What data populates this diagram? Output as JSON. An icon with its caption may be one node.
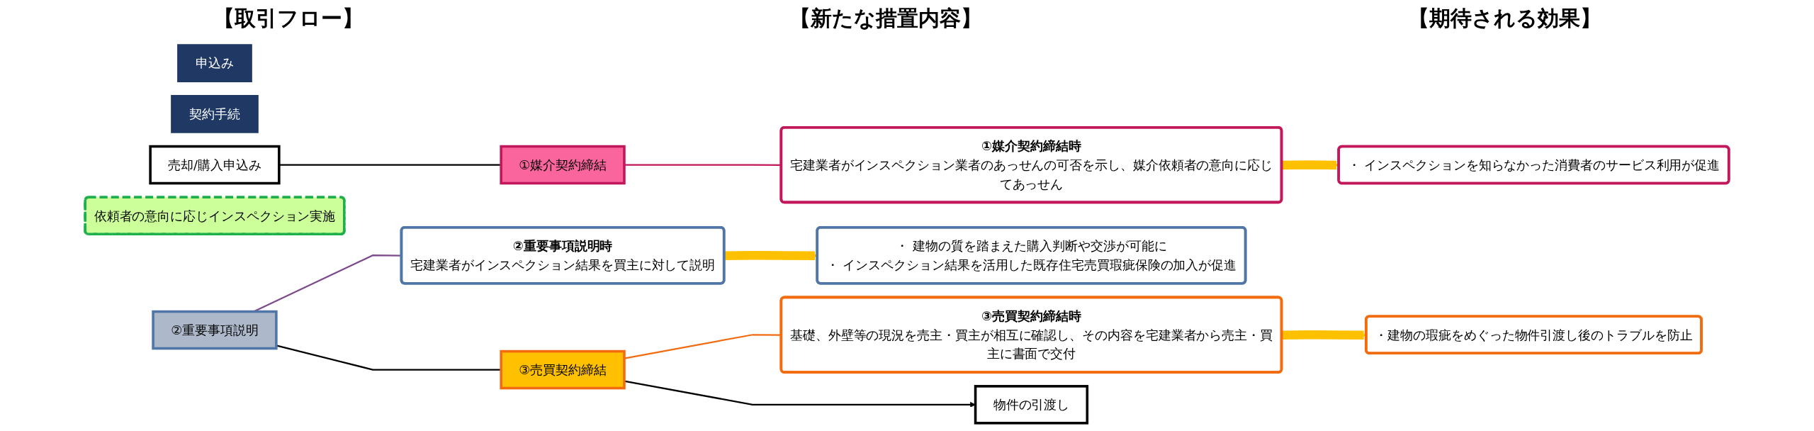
{
  "diagram": {
    "nodes": [
      {
        "text": [
          "申込み"
        ]
      },
      {
        "text": [
          "契約手続"
        ]
      },
      {
        "text": [
          "売却/購入申込み"
        ]
      },
      {
        "text": [
          "①媒介契約締結"
        ]
      },
      {
        "text": [
          "依頼者の意向に応じインスペクション実施"
        ]
      },
      {
        "text": [
          "②重要事項説明"
        ]
      },
      {
        "text": [
          "③売買契約締結"
        ]
      },
      {
        "text": [
          "物件の引渡し"
        ]
      },
      {
        "text": [
          "①媒介契約締結時",
          "宅建業者がインスペクション業者のあっせんの可否を示し、媒介依頼者の意向に応じてあっせん"
        ]
      },
      {
        "text": [
          "②重要事項説明時",
          "宅建業者がインスペクション結果を買主に対して説明"
        ]
      },
      {
        "text": [
          "③売買契約締結時",
          "基礎、外壁等の現況を売主・買主が相互に確認し、その内容を宅建業者から売主・買主に書面で交付"
        ]
      },
      {
        "text": [
          "・ インスペクションを知らなかった消費者のサービス利用が促進"
        ]
      },
      {
        "text": [
          "・ 建物の質を踏まえた購入判断や交渉が可能に",
          "・ インスペクション結果を活用した既存住宅売買瑕疵保険の加入が促進"
        ]
      },
      {
        "text": [
          "・建物の瑕疵をめぐった物件引渡し後のトラブルを防止"
        ]
      }
    ],
    "edges": [
      {
        "from": 2,
        "to": 3,
        "arrow": "none"
      },
      {
        "from": 3,
        "to": 8,
        "arrow": "none",
        "color": "#c2185b"
      },
      {
        "from": 8,
        "to": 11,
        "arrow": "to",
        "style": "thick",
        "color": "#ffc000"
      },
      {
        "from": 5,
        "to": 9,
        "arrow": "none",
        "color": "#7e4a8e"
      },
      {
        "from": 9,
        "to": 12,
        "arrow": "to",
        "style": "thick",
        "color": "#ffc000"
      },
      {
        "from": 5,
        "to": 6,
        "arrow": "none"
      },
      {
        "from": 6,
        "to": 10,
        "arrow": "none",
        "color": "#f26b0f"
      },
      {
        "from": 10,
        "to": 13,
        "arrow": "to",
        "style": "thick",
        "color": "#ffc000"
      },
      {
        "from": 6,
        "to": 7,
        "arrow": "to"
      }
    ],
    "labels": [
      "【取引フロー】",
      "【新たな措置内容】",
      "【期待される効果】"
    ]
  }
}
